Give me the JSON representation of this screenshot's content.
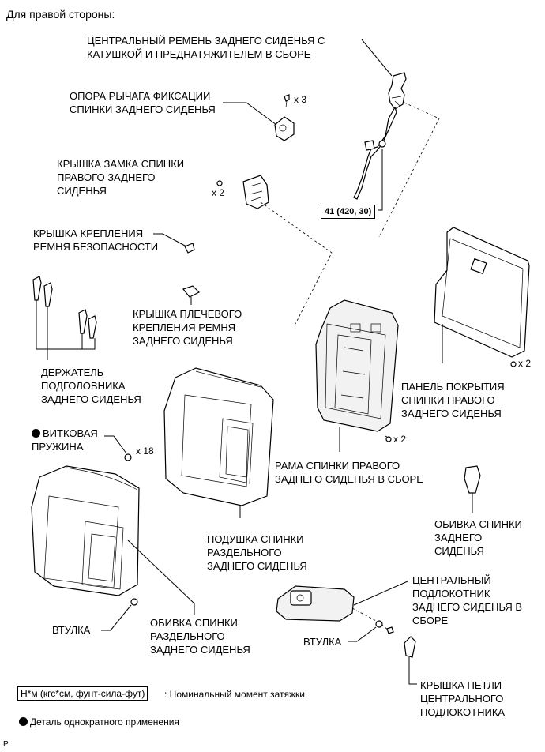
{
  "header": {
    "title": "Для правой стороны:"
  },
  "labels": {
    "center_belt": "ЦЕНТРАЛЬНЫЙ РЕМЕНЬ ЗАДНЕГО СИДЕНЬЯ С\nКАТУШКОЙ И ПРЕДНАТЯЖИТЕЛЕМ В СБОРЕ",
    "lock_lever_support": "ОПОРА РЫЧАГА ФИКСАЦИИ\nСПИНКИ ЗАДНЕГО СИДЕНЬЯ",
    "lock_cover": "КРЫШКА ЗАМКА СПИНКИ\nПРАВОГО ЗАДНЕГО\nСИДЕНЬЯ",
    "belt_anchor_cover": "КРЫШКА КРЕПЛЕНИЯ\nРЕМНЯ БЕЗОПАСНОСТИ",
    "shoulder_anchor_cover": "КРЫШКА ПЛЕЧЕВОГО\nКРЕПЛЕНИЯ РЕМНЯ\nЗАДНЕГО СИДЕНЬЯ",
    "headrest_holder": "ДЕРЖАТЕЛЬ\nПОДГОЛОВНИКА\nЗАДНЕГО СИДЕНЬЯ",
    "back_panel": "ПАНЕЛЬ ПОКРЫТИЯ\nСПИНКИ ПРАВОГО\nЗАДНЕГО СИДЕНЬЯ",
    "spring": "ВИТКОВАЯ\nПРУЖИНА",
    "frame": "РАМА СПИНКИ ПРАВОГО\nЗАДНЕГО СИДЕНЬЯ В СБОРЕ",
    "cushion": "ПОДУШКА СПИНКИ\nРАЗДЕЛЬНОГО\nЗАДНЕГО СИДЕНЬЯ",
    "back_trim_right": "ОБИВКА СПИНКИ\nЗАДНЕГО\nСИДЕНЬЯ",
    "armrest": "ЦЕНТРАЛЬНЫЙ\nПОДЛОКОТНИК\nЗАДНЕГО СИДЕНЬЯ В\nСБОРЕ",
    "bushing_left": "ВТУЛКА",
    "back_trim_split": "ОБИВКА СПИНКИ\nРАЗДЕЛЬНОГО\nЗАДНЕГО СИДЕНЬЯ",
    "bushing_right": "ВТУЛКА",
    "armrest_hinge_cover": "КРЫШКА ПЕТЛИ\nЦЕНТРАЛЬНОГО\nПОДЛОКОТНИКА"
  },
  "quantities": {
    "support_bolts": "x 3",
    "lock_cover_bolts": "x 2",
    "panel_clips": "x 2",
    "frame_bolts": "x 2",
    "springs": "x 18"
  },
  "torque": {
    "belt_bolt": "41 (420, 30)"
  },
  "legend": {
    "torque_units": "Н*м (кгс*см, фунт-сила-фут)",
    "torque_desc": ": Номинальный момент затяжки",
    "single_use": "Деталь однократного применения"
  },
  "footer": {
    "code": "P"
  }
}
